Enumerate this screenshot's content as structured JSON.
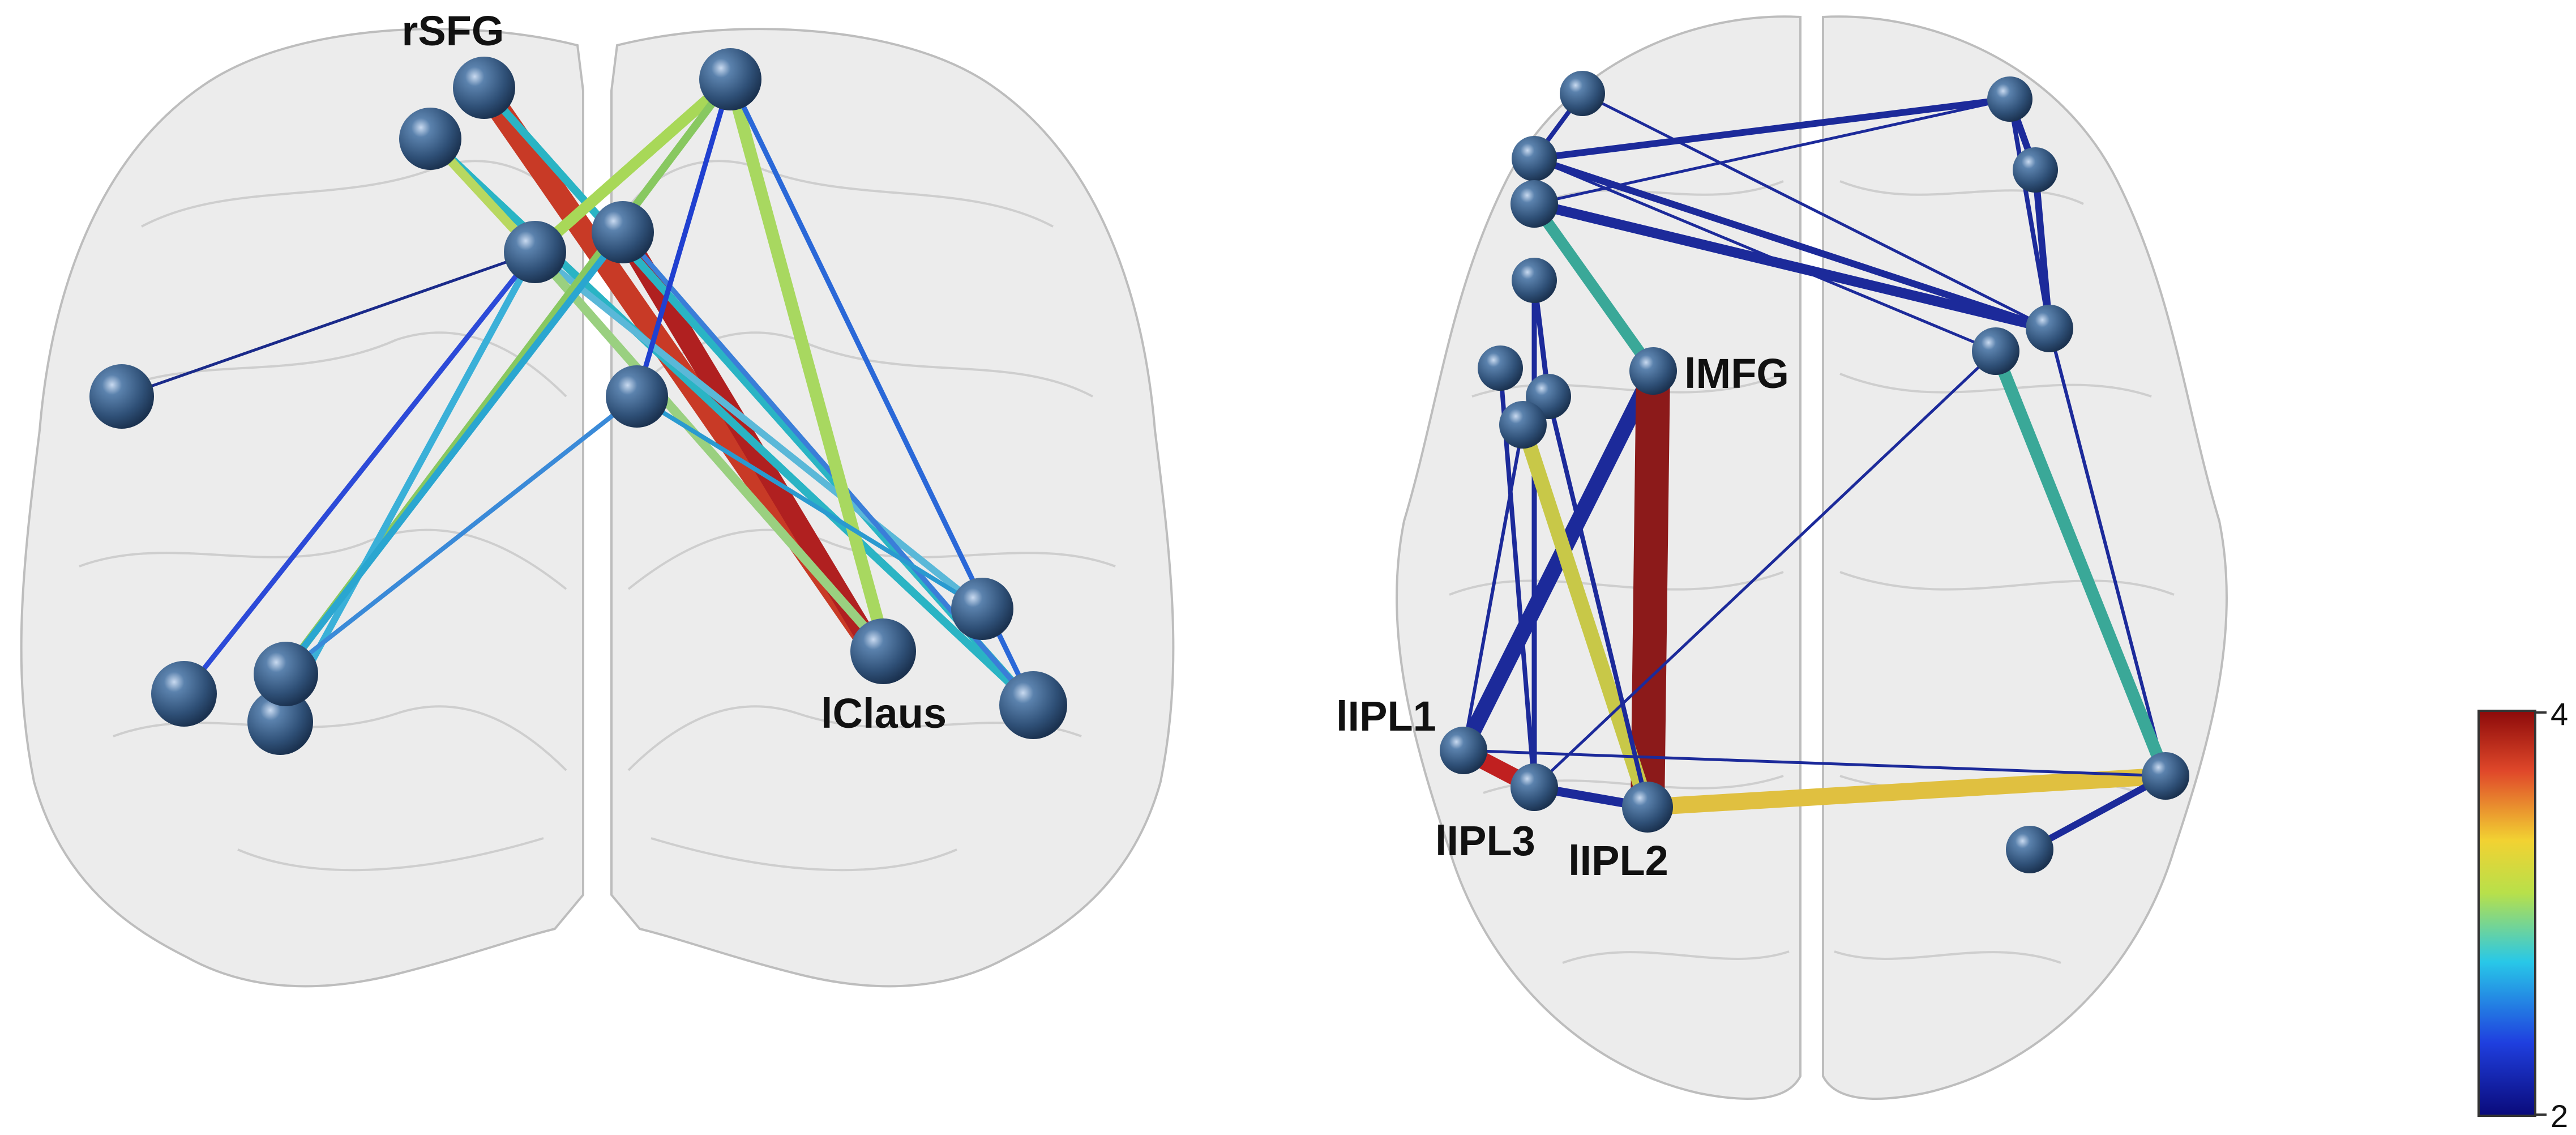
{
  "coronal_view": {
    "labels": {
      "rsfg": "rSFG",
      "lclaus": "lClaus"
    }
  },
  "axial_view": {
    "labels": {
      "lmfg": "lMFG",
      "lipl1": "lIPL1",
      "lipl2": "lIPL2",
      "lipl3": "lIPL3"
    }
  },
  "colorbar": {
    "max_label": "4",
    "min_label": "2",
    "stops": [
      "#0a0a7a",
      "#1f3fdf",
      "#28c8e8",
      "#b8e04a",
      "#f2d232",
      "#e0482a",
      "#8c0a0a"
    ]
  },
  "colors": {
    "node": "#3a5f8a",
    "brain": "#d8d8d8"
  }
}
